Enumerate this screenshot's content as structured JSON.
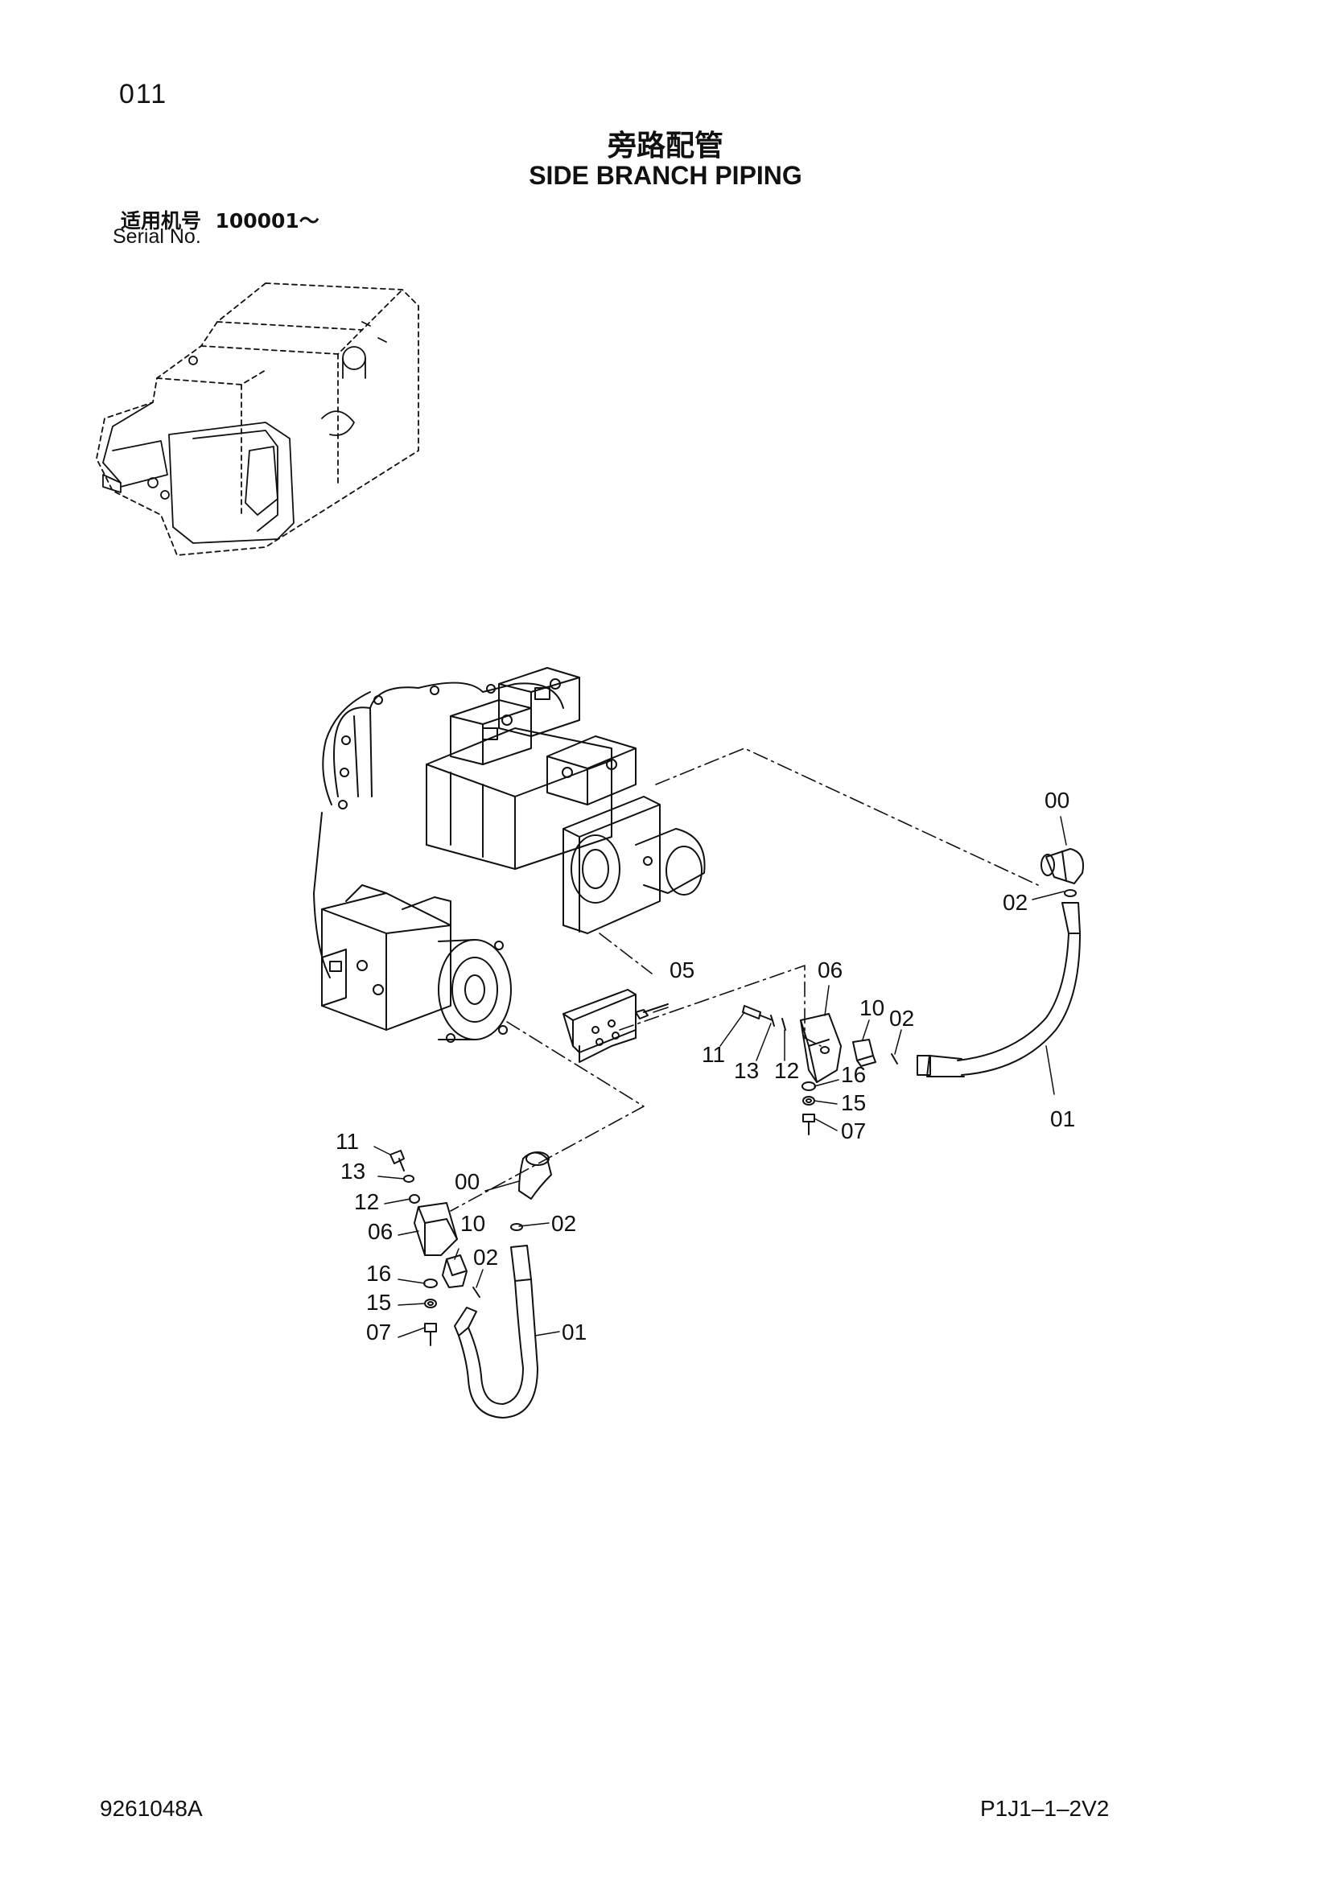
{
  "header": {
    "page_number": "011",
    "title_cn": "旁路配管",
    "title_en": "SIDE BRANCH PIPING",
    "serial_label_cn": "适用机号",
    "serial_range": "100001～",
    "serial_label_en": "Serial No."
  },
  "callouts": {
    "r00": "00",
    "r02a": "02",
    "r05": "05",
    "r06": "06",
    "r10": "10",
    "r02b": "02",
    "r11": "11",
    "r13": "13",
    "r12": "12",
    "r16": "16",
    "r15": "15",
    "r07": "07",
    "r01": "01",
    "l11": "11",
    "l13": "13",
    "l00": "00",
    "l12": "12",
    "l02a": "02",
    "l06": "06",
    "l10": "10",
    "l02b": "02",
    "l16": "16",
    "l15": "15",
    "l07": "07",
    "l01": "01"
  },
  "footer": {
    "doc_code": "9261048A",
    "page_code": "P1J1–1–2V2"
  }
}
